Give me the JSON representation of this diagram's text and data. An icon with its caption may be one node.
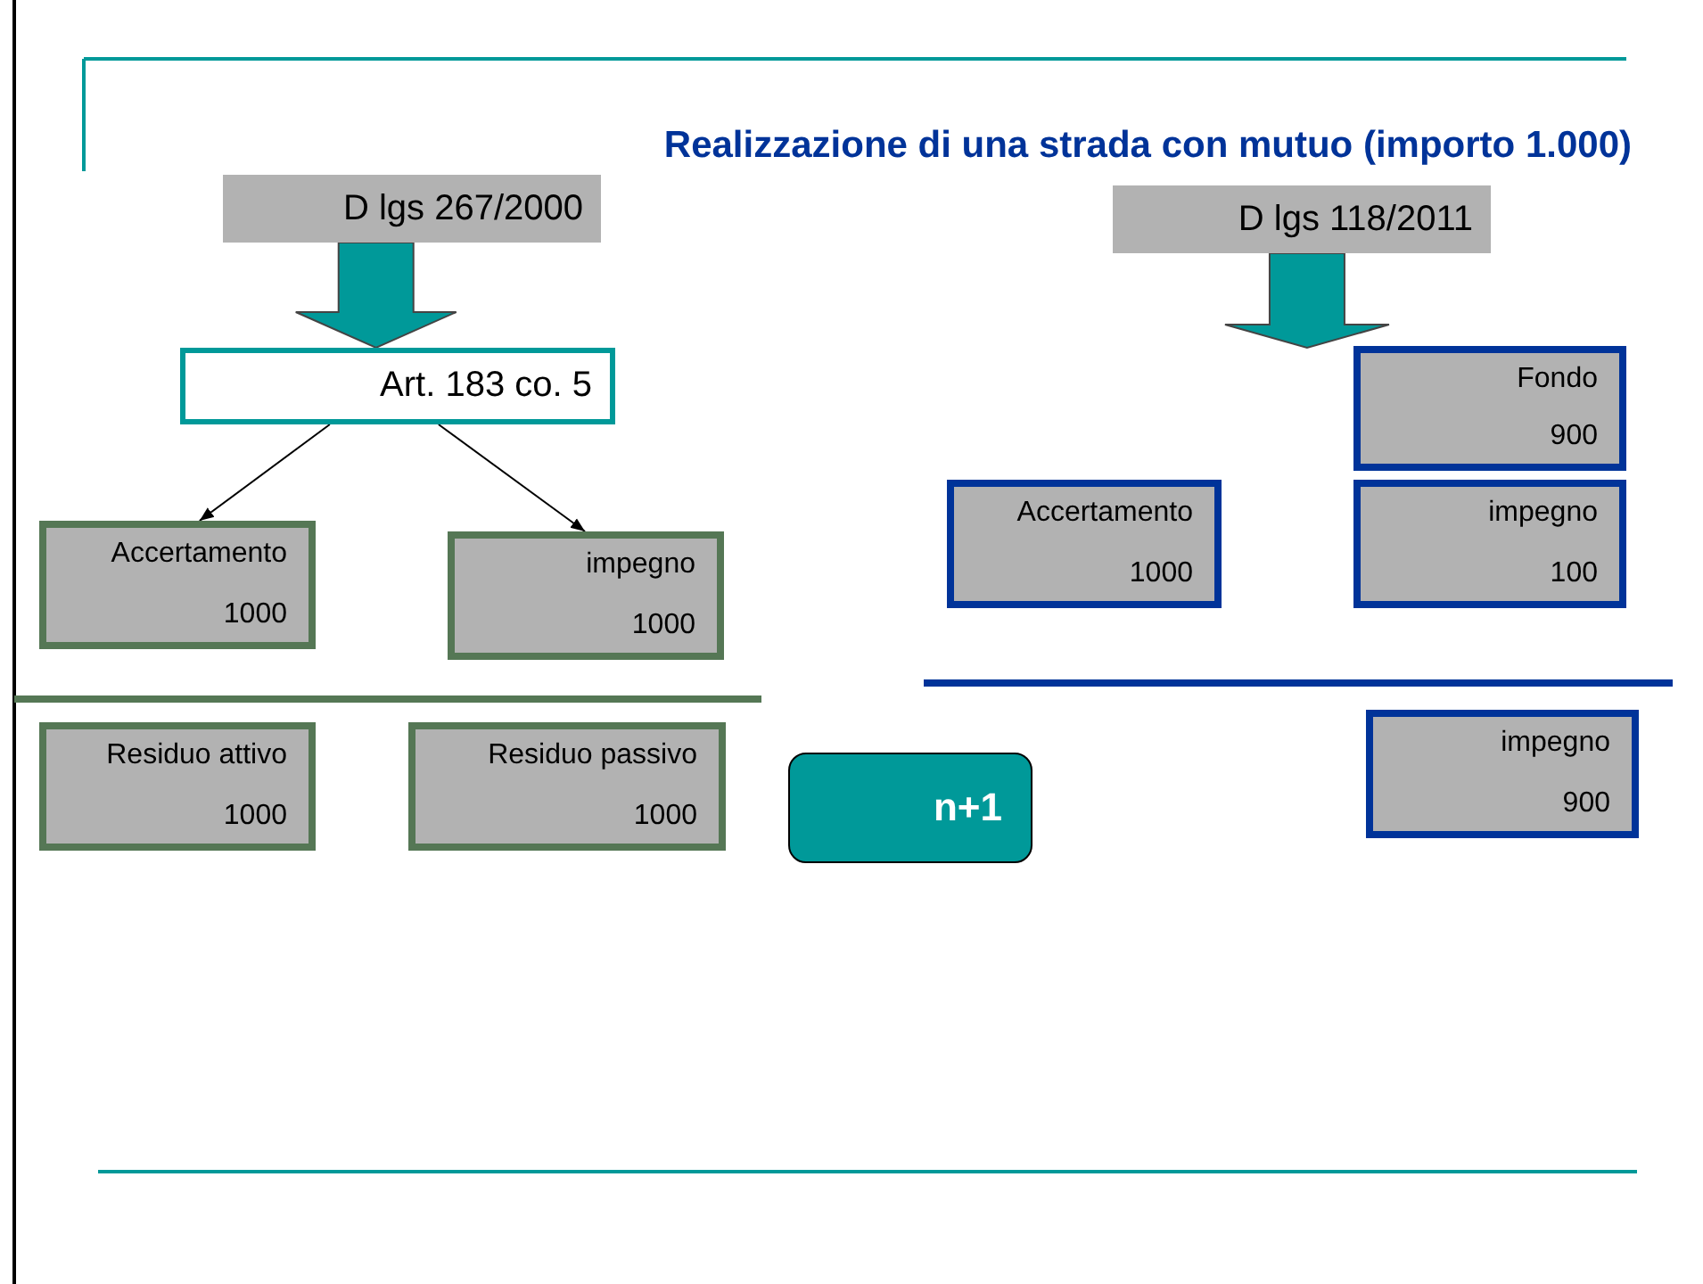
{
  "diagram": {
    "title": "Realizzazione di una strada con mutuo (importo 1.000)",
    "nodes": [
      {
        "text": [
          "D lgs 267/2000"
        ]
      },
      {
        "text": [
          "Art. 183 co. 5"
        ]
      },
      {
        "text": [
          "Accertamento",
          "1000"
        ]
      },
      {
        "text": [
          "impegno",
          "1000"
        ]
      },
      {
        "text": [
          "Residuo attivo",
          "1000"
        ]
      },
      {
        "text": [
          "Residuo passivo",
          "1000"
        ]
      },
      {
        "text": [
          "n+1"
        ]
      },
      {
        "text": [
          "D lgs 118/2011"
        ]
      },
      {
        "text": [
          "Fondo",
          "900"
        ]
      },
      {
        "text": [
          "Accertamento",
          "1000"
        ]
      },
      {
        "text": [
          "impegno",
          "100"
        ]
      },
      {
        "text": [
          "impegno",
          "900"
        ]
      }
    ],
    "edges": [
      {
        "from": 0,
        "to": 1,
        "arrow": "to",
        "style": "thick",
        "color": "#009999"
      },
      {
        "from": 1,
        "to": 2,
        "arrow": "to"
      },
      {
        "from": 1,
        "to": 3,
        "arrow": "to"
      },
      {
        "from": 7,
        "to": null,
        "arrow": "to",
        "style": "thick",
        "color": "#009999"
      }
    ]
  }
}
